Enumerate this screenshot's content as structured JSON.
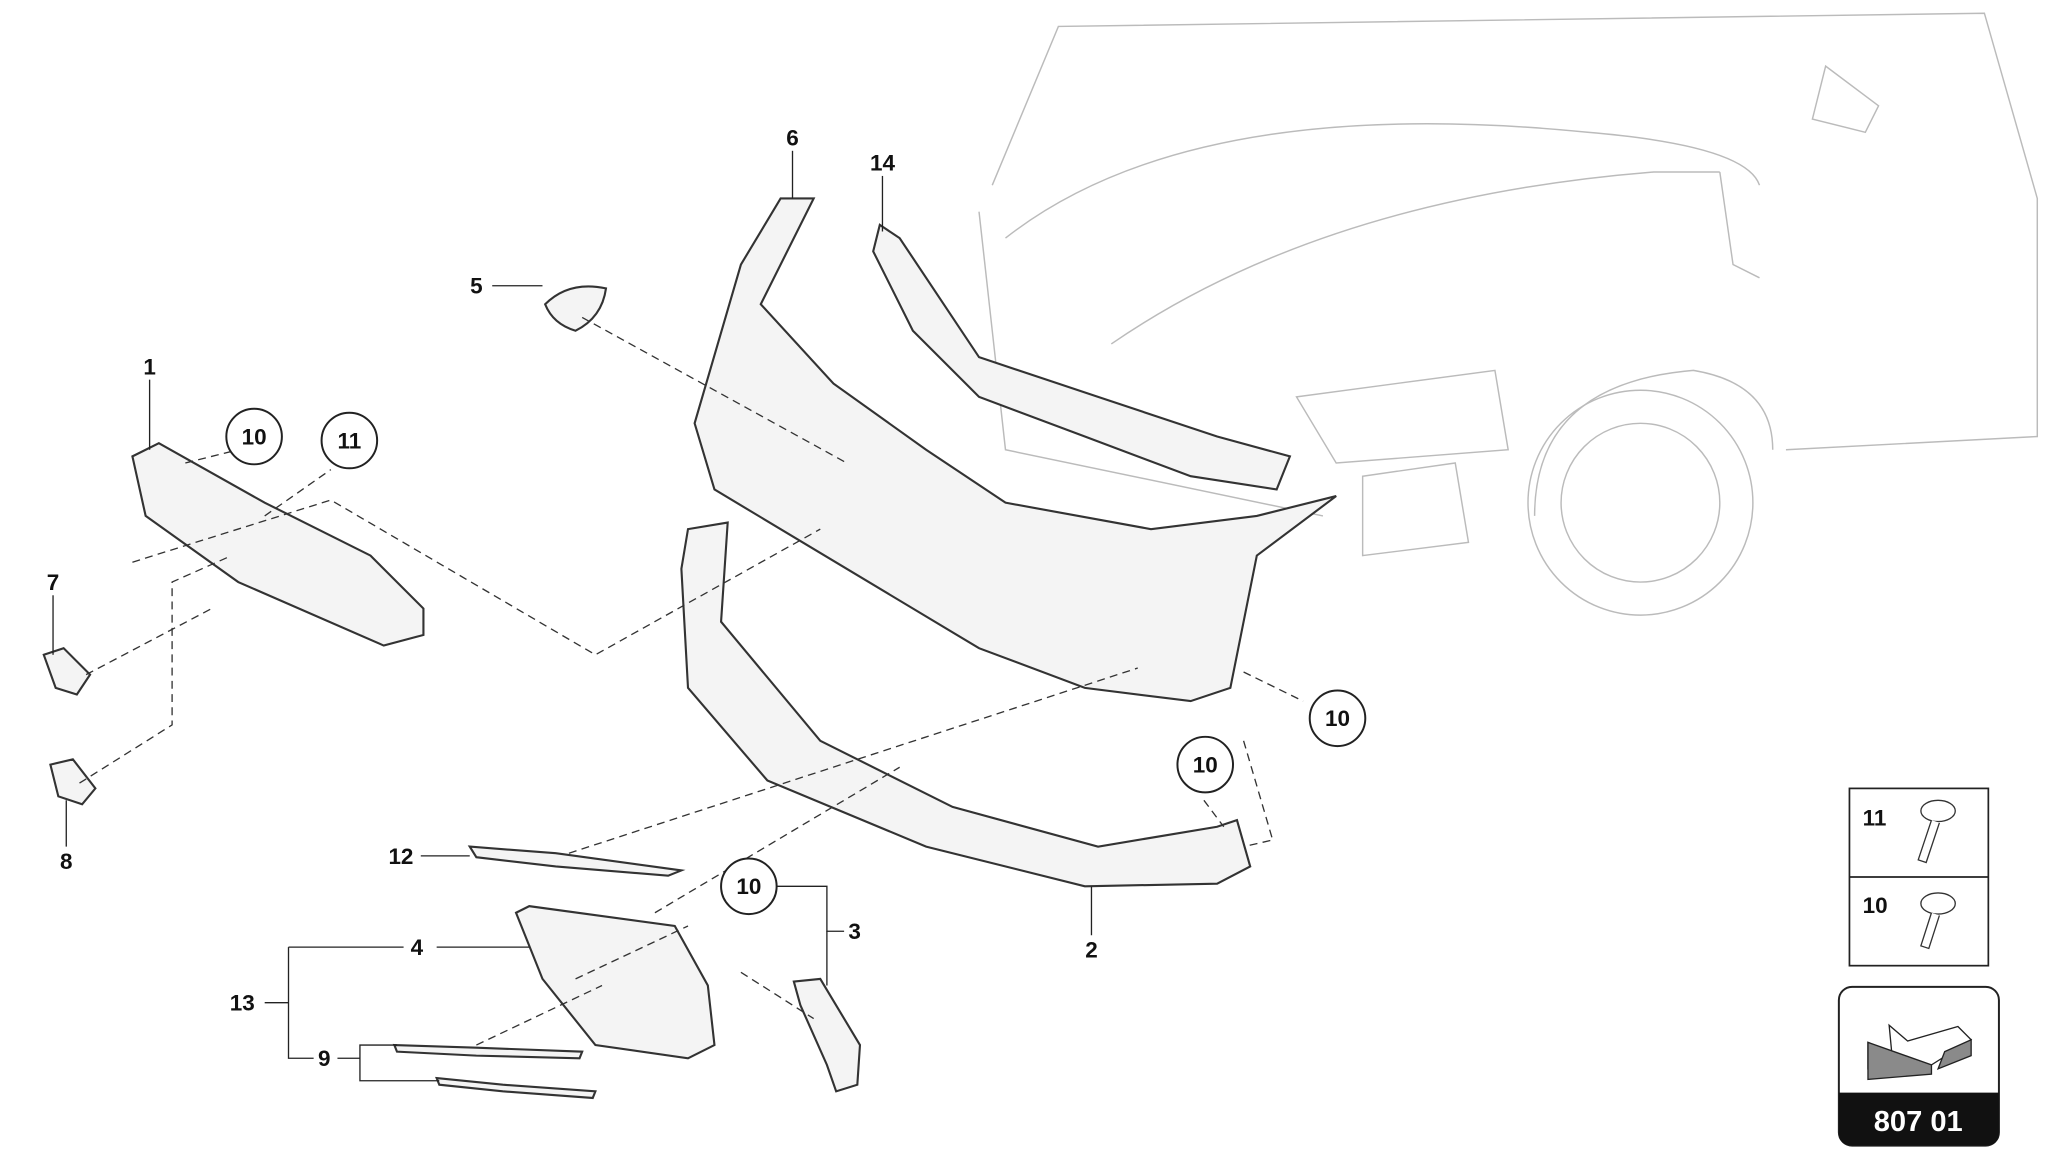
{
  "diagram": {
    "callouts": [
      "1",
      "2",
      "3",
      "4",
      "5",
      "6",
      "7",
      "8",
      "9",
      "10",
      "11",
      "12",
      "13",
      "14"
    ],
    "legend": {
      "items": [
        {
          "number": "11",
          "icon": "screw-icon"
        },
        {
          "number": "10",
          "icon": "screw-icon"
        }
      ]
    },
    "section_badge": {
      "code": "807 01",
      "icon": "arrow-icon"
    },
    "colors": {
      "line": "#333333",
      "badge": "#111111",
      "arrow_fill": "#8a8a8a"
    }
  }
}
